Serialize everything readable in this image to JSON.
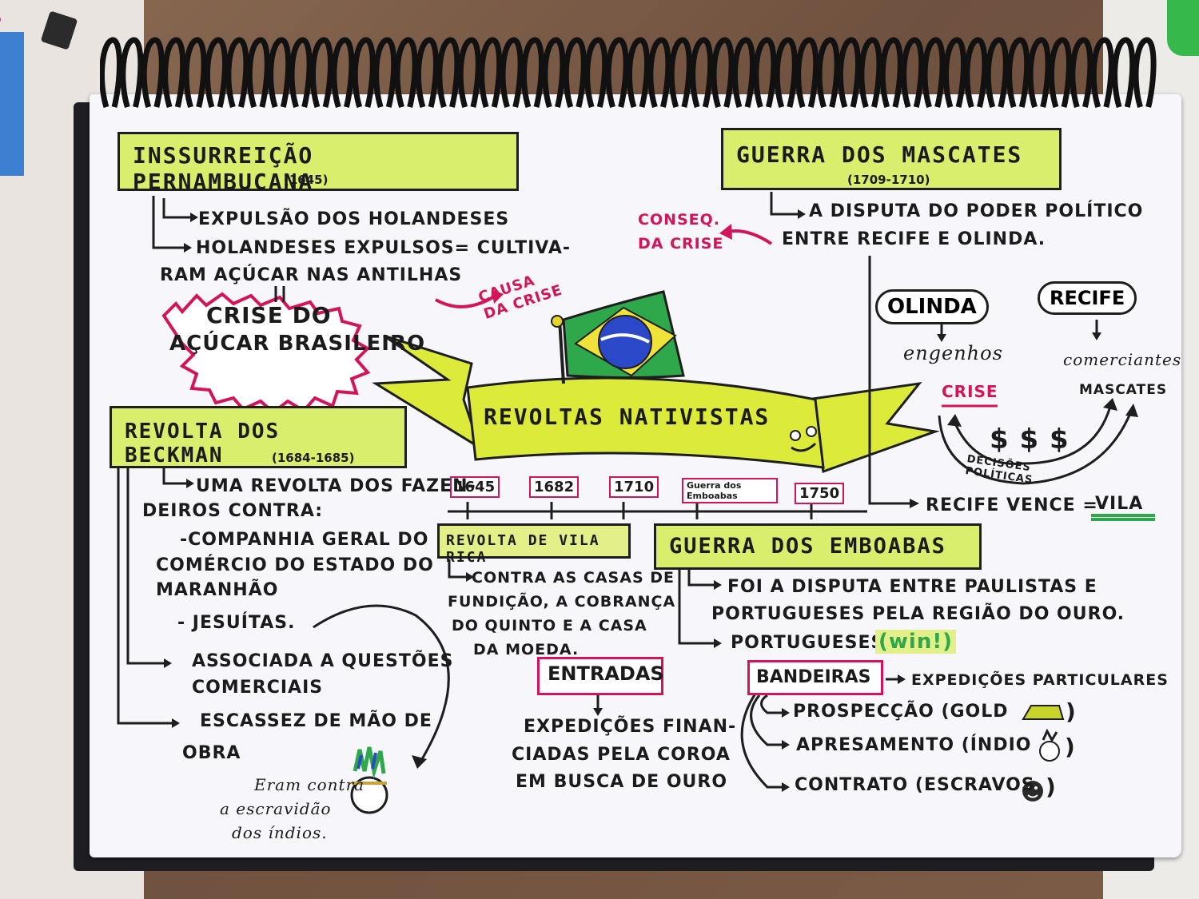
{
  "left_top": {
    "title": "INSSURREIÇÃO PERNAMBUCANA",
    "date": "(1645)",
    "line1": "EXPULSÃO DOS HOLANDESES",
    "line2": "HOLANDESES EXPULSOS= CULTIVA-",
    "line3": "RAM AÇÚCAR NAS ANTILHAS",
    "crisis_l1": "CRISE DO",
    "crisis_l2": "AÇÚCAR BRASILEIRO",
    "causa": "CAUSA DA CRISE"
  },
  "right_top": {
    "title": "GUERRA DOS MASCATES",
    "date": "(1709-1710)",
    "line1": "A DISPUTA DO PODER POLÍTICO",
    "line2": "ENTRE RECIFE E OLINDA.",
    "conseq": "CONSEQ. DA CRISE",
    "olinda": "OLINDA",
    "recife": "RECIFE",
    "engenhos": "engenhos",
    "crise": "CRISE",
    "comerciantes": "comerciantes",
    "mascates": "MASCATES",
    "money": "$ $ $",
    "decisoes": "DECISÕES POLÍTICAS",
    "vence": "RECIFE VENCE =",
    "vila": "VILA"
  },
  "center": {
    "banner": "REVOLTAS NATIVISTAS",
    "timeline": [
      "1645",
      "1682",
      "1710",
      "Guerra dos Emboabas",
      "1750"
    ]
  },
  "left_mid": {
    "title": "REVOLTA DOS BECKMAN",
    "date": "(1684-1685)",
    "line1": "UMA REVOLTA DOS FAZEN-",
    "line2": "DEIROS CONTRA:",
    "item1a": "-COMPANHIA GERAL DO",
    "item1b": "COMÉRCIO DO ESTADO DO",
    "item1c": "MARANHÃO",
    "item2": "- JESUÍTAS.",
    "assoc1": "ASSOCIADA A QUESTÕES",
    "assoc2": "COMERCIAIS",
    "escassez1": "ESCASSEZ DE MÃO DE",
    "escassez2": "OBRA",
    "note1": "Eram contra",
    "note2": "a escravidão",
    "note3": "dos índios."
  },
  "vila_rica": {
    "title": "REVOLTA DE VILA RICA",
    "l1": "CONTRA AS CASAS DE",
    "l2": "FUNDIÇÃO, A COBRANÇA",
    "l3": "DO QUINTO E A CASA",
    "l4": "DA MOEDA."
  },
  "entradas": {
    "title": "ENTRADAS",
    "l1": "EXPEDIÇÕES FINAN-",
    "l2": "CIADAS PELA COROA",
    "l3": "EM BUSCA DE OURO"
  },
  "emboabas": {
    "title": "GUERRA DOS EMBOABAS",
    "l1": "FOI A DISPUTA ENTRE PAULISTAS E",
    "l2": "PORTUGUESES PELA REGIÃO DO OURO.",
    "l3": "PORTUGUESES",
    "win": "(win!)"
  },
  "bandeiras": {
    "title": "BANDEIRAS",
    "desc": "EXPEDIÇÕES PARTICULARES",
    "p1": "PROSPECÇÃO (GOLD",
    "p2": "APRESAMENTO (ÍNDIO",
    "p3": "CONTRATO (ESCRAVOS",
    "close": ")"
  },
  "colors": {
    "highlight": "#d8ee6c",
    "accent": "#d4145a",
    "green": "#2ea84a",
    "blue": "#2b48c8"
  }
}
